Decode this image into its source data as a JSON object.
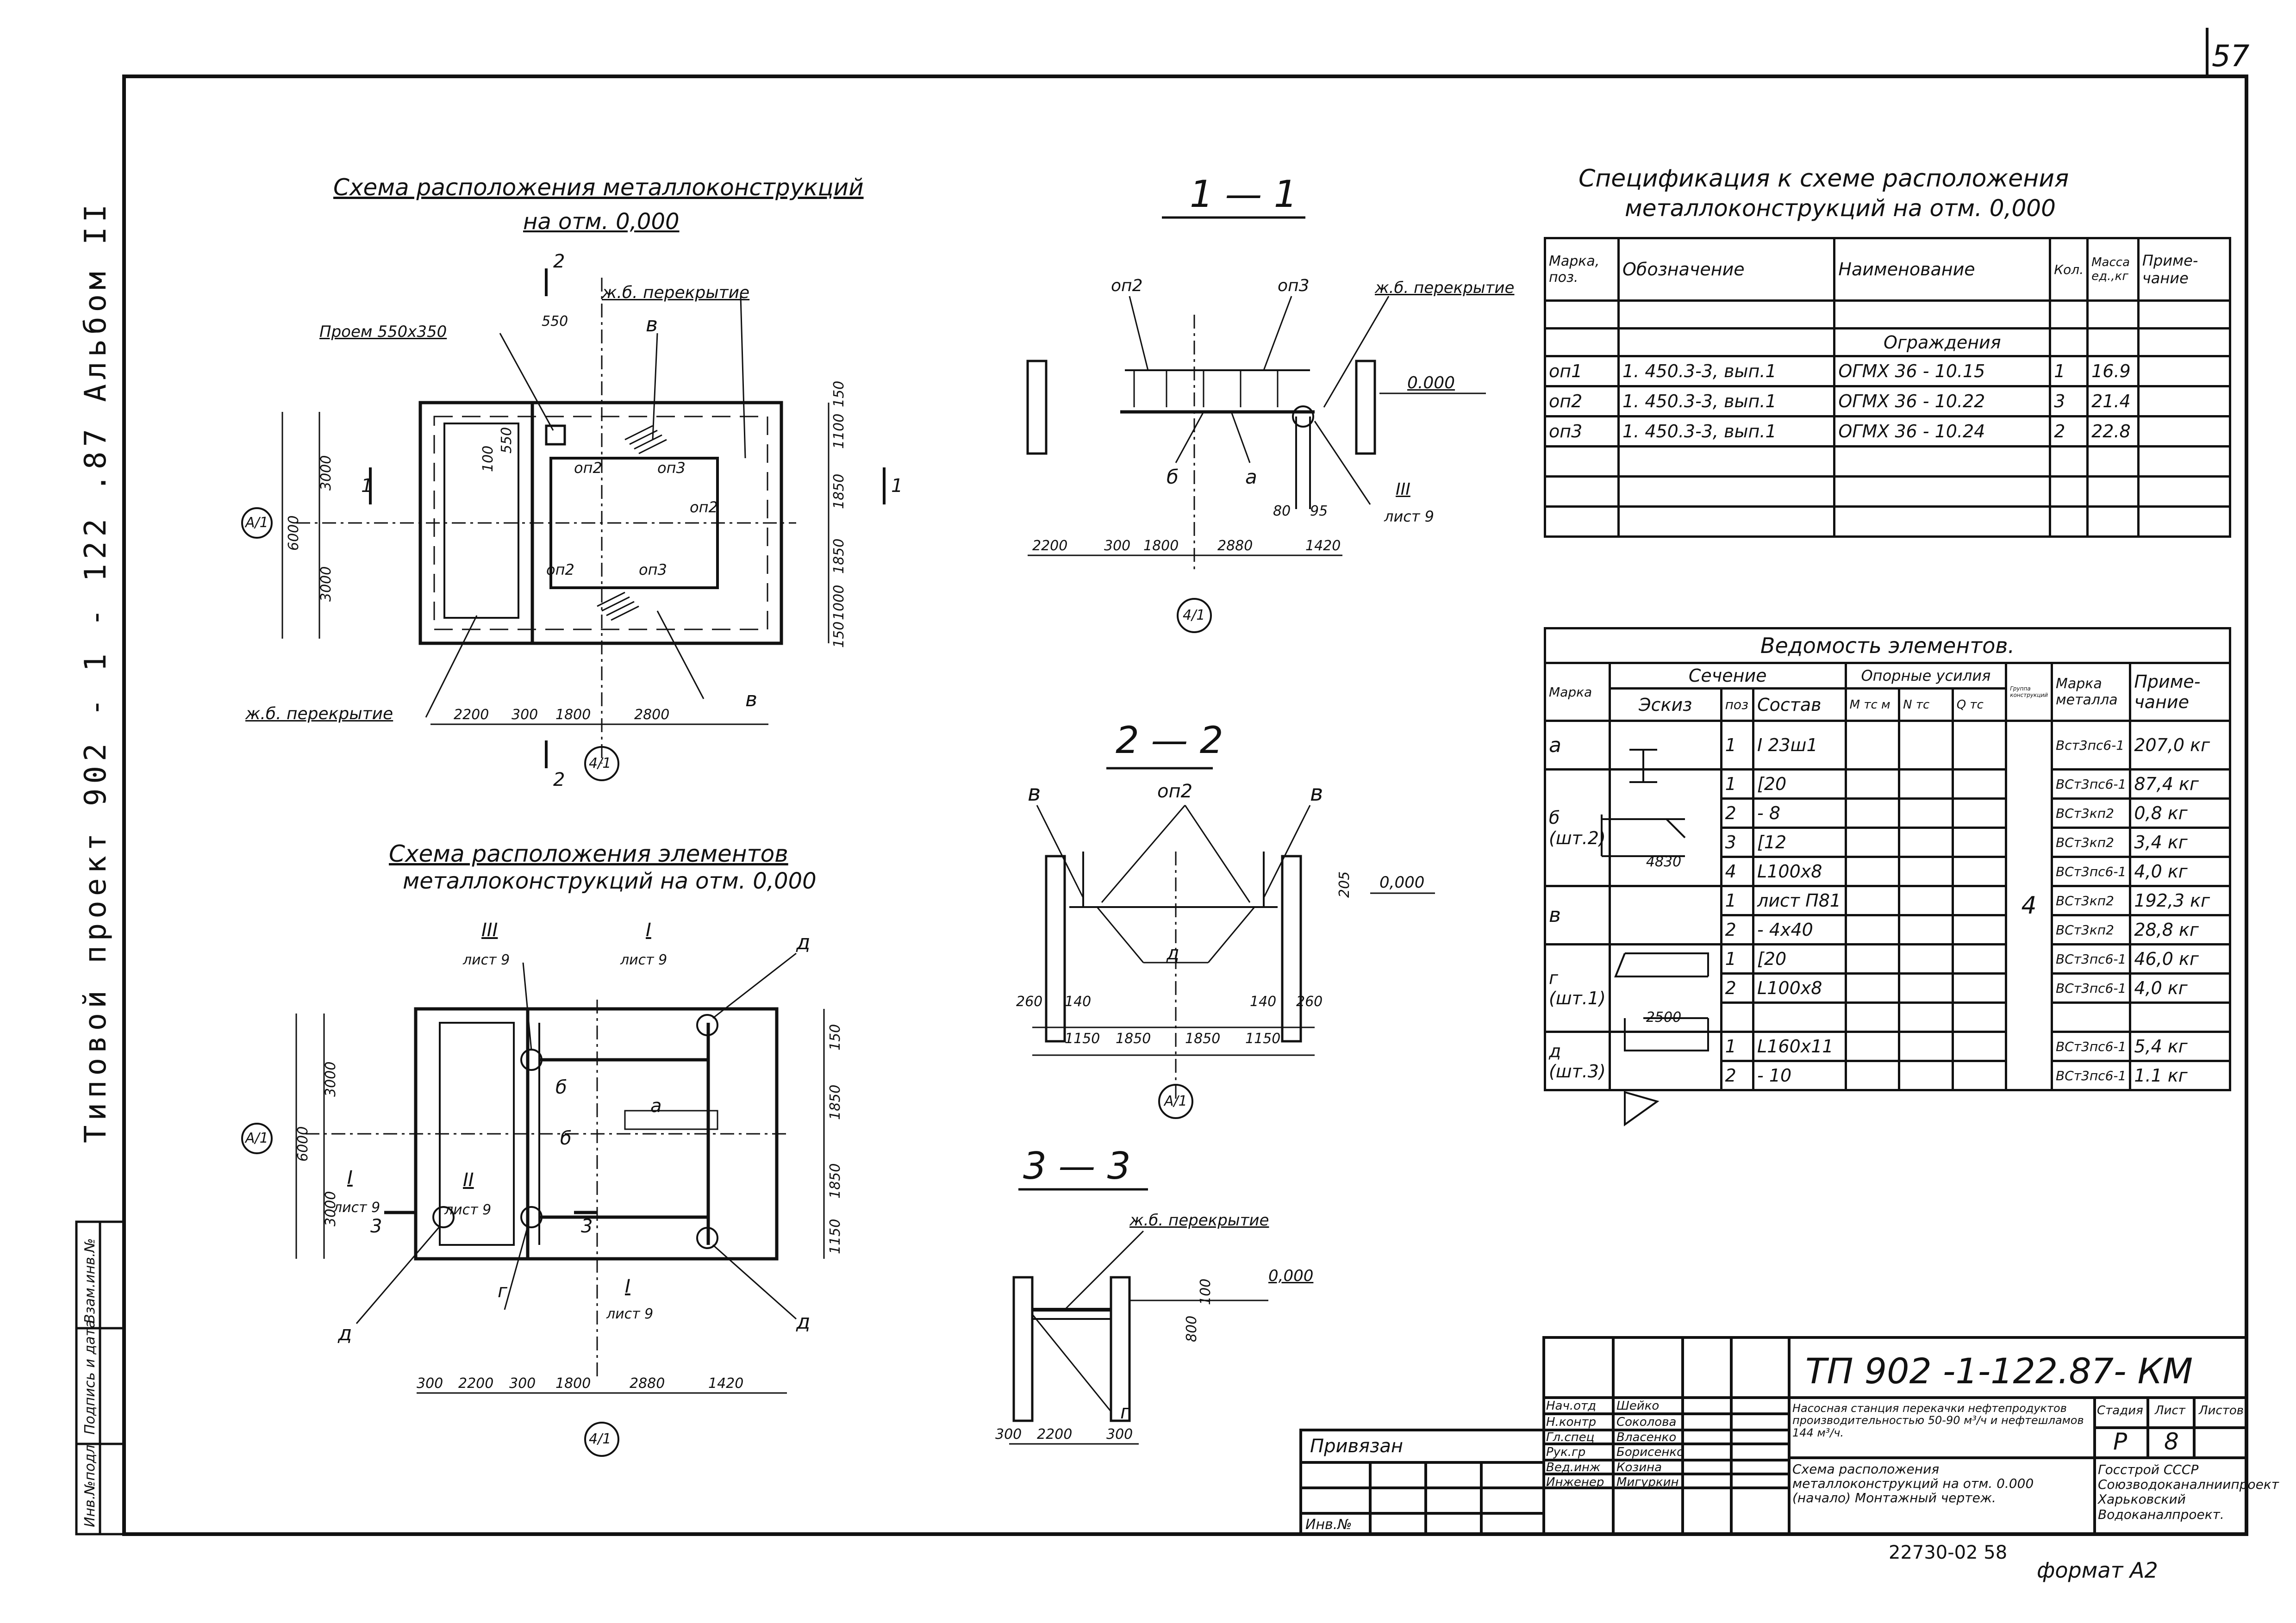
{
  "page_number": "57",
  "side_title": "Типовой проект 902 - 1 - 122 .87 Альбом II",
  "left_stamp": [
    "Инв.№подл",
    "Подпись и дата",
    "Взам.инв.№"
  ],
  "plan1": {
    "title": "Схема расположения металлоконструкций",
    "subtitle": "на отм. 0,000",
    "labels": {
      "opening": "Проем 550х350",
      "slab_top": "ж.б. перекрытие",
      "slab_bottom": "ж.б. перекрытие",
      "v1": "в",
      "v2": "в",
      "op2a": "оп2",
      "op3a": "оп3",
      "op2b": "оп2",
      "op3b": "оп3",
      "op2c": "оп2",
      "cut2_top": "2",
      "cut2_bottom": "2",
      "cut1_left": "1",
      "cut1_right": "1",
      "axis": "4/1",
      "axis_a": "A/1"
    },
    "dims_horizontal": [
      "2200",
      "300",
      "1800",
      "2800",
      "550"
    ],
    "dims_vertical": [
      "3000",
      "3000",
      "6000",
      "150",
      "1100",
      "1850",
      "1850",
      "1000",
      "150",
      "100",
      "550"
    ]
  },
  "section11": {
    "title": "1 — 1",
    "labels": {
      "op2": "оп2",
      "op3": "оп3",
      "slab": "ж.б. перекрытие",
      "b": "б",
      "a": "а",
      "mark": "0.000",
      "node": "III",
      "sheet": "лист 9",
      "axis": "4/1"
    },
    "dims": [
      "2200",
      "300",
      "1800",
      "2880",
      "1420",
      "80",
      "95"
    ]
  },
  "section22": {
    "title": "2 — 2",
    "labels": {
      "v1": "в",
      "v2": "в",
      "op2": "оп2",
      "d": "д",
      "mark": "0,000",
      "axis": "A/1"
    },
    "dims": [
      "260",
      "140",
      "1150",
      "1850",
      "1850",
      "1150",
      "140",
      "260",
      "205"
    ]
  },
  "section33": {
    "title": "3 — 3",
    "labels": {
      "slab": "ж.б. перекрытие",
      "mark": "0,000",
      "g": "г"
    },
    "dims": [
      "300",
      "2200",
      "300",
      "100",
      "800"
    ]
  },
  "plan2": {
    "title": "Схема расположения элементов",
    "subtitle": "металлоконструкций на отм. 0,000",
    "labels": {
      "III": "III",
      "III_sheet": "лист 9",
      "I_top": "I",
      "I_top_sheet": "лист 9",
      "I_left": "I",
      "I_left_sheet": "лист 9",
      "II": "II",
      "II_sheet": "лист 9",
      "I_bot": "I",
      "I_bot_sheet": "лист 9",
      "d1": "д",
      "d2": "д",
      "d3": "д",
      "b1": "б",
      "b2": "б",
      "a": "а",
      "g": "г",
      "cut3a": "3",
      "cut3b": "3",
      "axis": "4/1",
      "axis_a": "A/1"
    },
    "dims_horizontal": [
      "300",
      "2200",
      "300",
      "1800",
      "2880",
      "1420"
    ],
    "dims_vertical": [
      "3000",
      "3000",
      "6000",
      "150",
      "1850",
      "1850",
      "1150"
    ]
  },
  "spec": {
    "title": "Спецификация к схеме расположения",
    "subtitle": "металлоконструкций на отм. 0,000",
    "headers": [
      "Марка, поз.",
      "Обозначение",
      "Наименование",
      "Кол.",
      "Масса ед.,кг",
      "Приме-чание"
    ],
    "section": "Ограждения",
    "rows": [
      [
        "оп1",
        "1. 450.3-3, вып.1",
        "ОГМХ 36 - 10.15",
        "1",
        "16.9",
        ""
      ],
      [
        "оп2",
        "1. 450.3-3, вып.1",
        "ОГМХ 36 - 10.22",
        "3",
        "21.4",
        ""
      ],
      [
        "оп3",
        "1. 450.3-3, вып.1",
        "ОГМХ 36 - 10.24",
        "2",
        "22.8",
        ""
      ]
    ]
  },
  "elements": {
    "title": "Ведомость элементов.",
    "headers": {
      "mark": "Марка",
      "section": "Сечение",
      "sketch": "Эскиз",
      "pos": "поз",
      "comp": "Состав",
      "forces": "Опорные усилия",
      "m": "M тс м",
      "n": "N тс",
      "q": "Q тс",
      "group": "Группа конструкций",
      "steel": "Марка металла",
      "note": "Приме-чание"
    },
    "group_value": "4",
    "rows": [
      {
        "mark": "а",
        "pos": "1",
        "comp": "I 23ш1",
        "steel": "Вст3пс6-1",
        "note": "207,0 кг"
      },
      {
        "mark": "б (шт.2)",
        "pos": "1",
        "comp": "[20",
        "steel": "ВСт3пс6-1",
        "note": "87,4 кг"
      },
      {
        "mark": "",
        "pos": "2",
        "comp": "- 8",
        "steel": "ВСт3кп2",
        "note": "0,8 кг"
      },
      {
        "mark": "",
        "pos": "3",
        "comp": "[12",
        "steel": "ВСт3кп2",
        "note": "3,4 кг"
      },
      {
        "mark": "",
        "pos": "4",
        "comp": "L100х8",
        "steel": "ВСт3пс6-1",
        "note": "4,0 кг"
      },
      {
        "mark": "в",
        "pos": "1",
        "comp": "лист П81",
        "steel": "ВСт3кп2",
        "note": "192,3 кг"
      },
      {
        "mark": "",
        "pos": "2",
        "comp": "- 4х40",
        "steel": "ВСт3кп2",
        "note": "28,8 кг"
      },
      {
        "mark": "г (шт.1)",
        "pos": "1",
        "comp": "[20",
        "steel": "ВСт3пс6-1",
        "note": "46,0 кг"
      },
      {
        "mark": "",
        "pos": "2",
        "comp": "L100х8",
        "steel": "ВСт3пс6-1",
        "note": "4,0 кг"
      },
      {
        "mark": "",
        "pos": "",
        "comp": "",
        "steel": "",
        "note": ""
      },
      {
        "mark": "д (шт.3)",
        "pos": "1",
        "comp": "L160х11",
        "steel": "ВСт3пс6-1",
        "note": "5,4 кг"
      },
      {
        "mark": "",
        "pos": "2",
        "comp": "- 10",
        "steel": "ВСт3пс6-1",
        "note": "1.1 кг"
      }
    ],
    "sketch_dims": [
      "4830",
      "2500"
    ]
  },
  "titleblock": {
    "code": "ТП 902 -1-122.87- КМ",
    "privyazan": "Привязан",
    "inv": "Инв.№",
    "roles": [
      "Нач.отд",
      "Н.контр",
      "Гл.спец",
      "Рук.гр",
      "Вед.инж",
      "Инженер"
    ],
    "names": [
      "Шейко",
      "Соколова",
      "Власенко",
      "Борисенко",
      "Козина",
      "Мигуркин"
    ],
    "project": "Насосная станция перекачки нефтепродуктов производительностью 50-90 м³/ч и нефтешламов 144 м³/ч.",
    "sheet_title": "Схема расположения металлоконструкций на отм. 0.000 (начало) Монтажный чертеж.",
    "stage_h": "Стадия",
    "sheet_h": "Лист",
    "sheets_h": "Листов",
    "stage": "Р",
    "sheet": "8",
    "sheets": "",
    "org": "Госстрой СССР Союзводоканалниипроект Харьковский Водоканалпроект."
  },
  "footer_code": "22730-02 58",
  "format": "формат А2"
}
